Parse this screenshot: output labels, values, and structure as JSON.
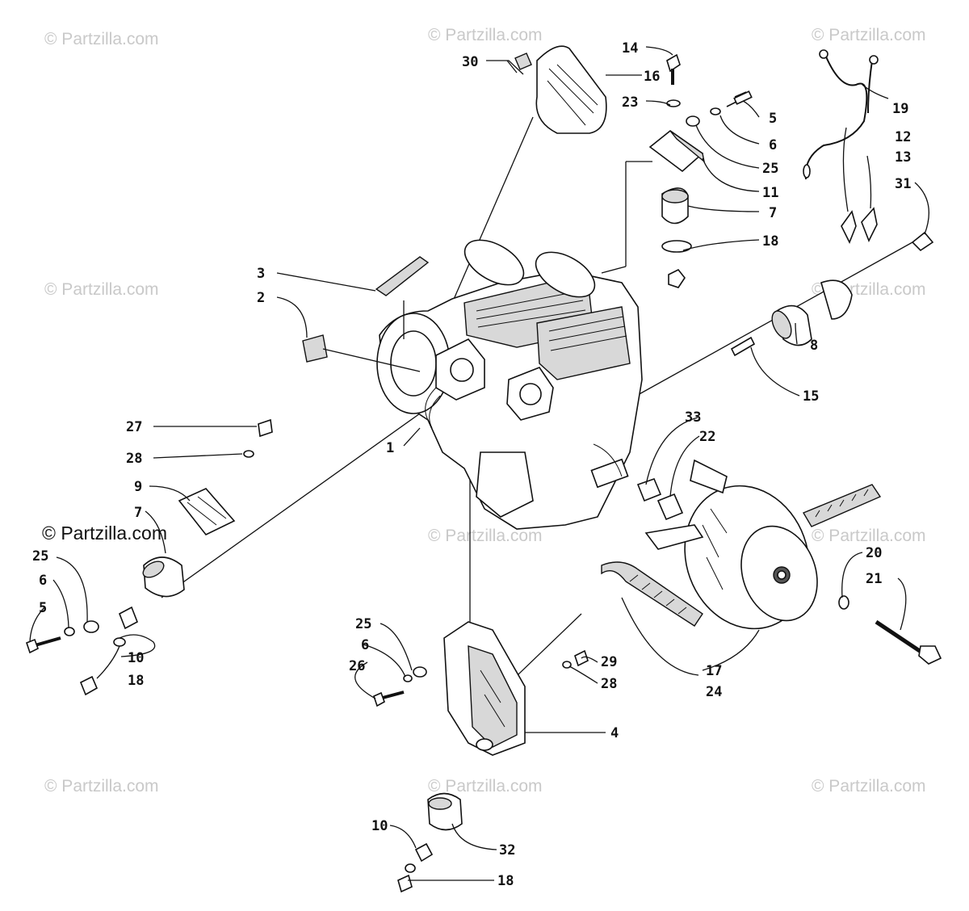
{
  "watermark": {
    "text": "© Partzilla.com",
    "colors": {
      "faint": "#c9c9c9",
      "strong": "#111111"
    }
  },
  "callouts": [
    "1",
    "2",
    "3",
    "4",
    "5",
    "6",
    "7",
    "8",
    "9",
    "10",
    "11",
    "12",
    "13",
    "14",
    "15",
    "16",
    "17",
    "18",
    "19",
    "20",
    "21",
    "22",
    "23",
    "24",
    "25",
    "26",
    "27",
    "28",
    "29",
    "30",
    "31",
    "32",
    "33"
  ],
  "labels": {
    "top_left_group": [
      "30",
      "16",
      "14",
      "23",
      "5",
      "6",
      "25",
      "11",
      "7",
      "18",
      "19",
      "12",
      "13",
      "31"
    ],
    "left_group": [
      "3",
      "2",
      "27",
      "28",
      "9",
      "7",
      "25",
      "6",
      "5",
      "10",
      "18",
      "1"
    ],
    "right_group": [
      "8",
      "15",
      "33",
      "22",
      "20",
      "21",
      "17",
      "24"
    ],
    "bottom_group": [
      "25",
      "6",
      "26",
      "29",
      "28",
      "4",
      "10",
      "32",
      "18"
    ]
  },
  "icons": {
    "engine": "engine-block-icon",
    "clutch": "drive-clutch-icon",
    "belt": "drive-belt-icon",
    "mount": "rubber-mount-icon",
    "bracket": "engine-bracket-icon",
    "harness": "wire-harness-icon"
  }
}
